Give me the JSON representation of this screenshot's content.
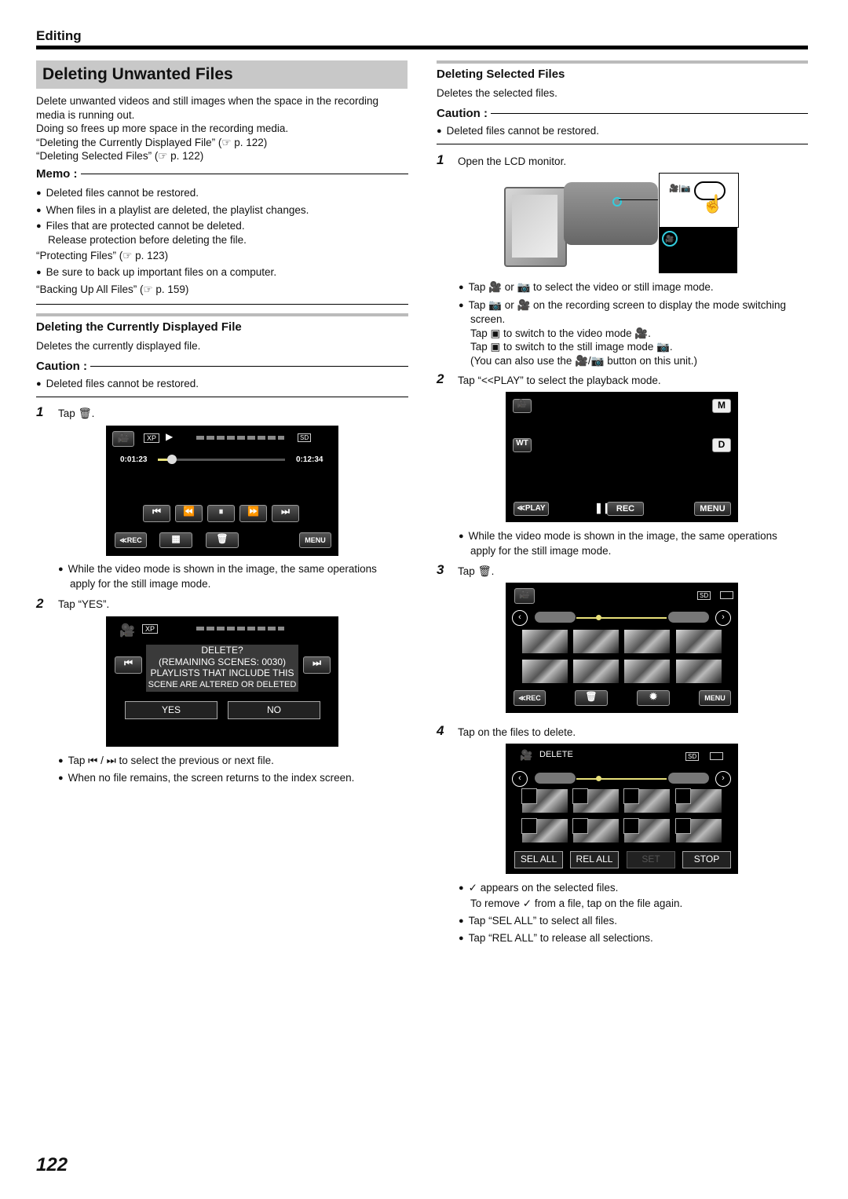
{
  "section": "Editing",
  "title": "Deleting Unwanted Files",
  "page_number": "122",
  "intro": {
    "line1": "Delete unwanted videos and still images when the space in the recording",
    "line2": "media is running out.",
    "line3": "Doing so frees up more space in the recording media.",
    "ref1": "“Deleting the Currently Displayed File” (☞ p. 122)",
    "ref2": "“Deleting Selected Files” (☞ p. 122)"
  },
  "memo": {
    "label": "Memo :",
    "b1": "Deleted files cannot be restored.",
    "b2": "When files in a playlist are deleted, the playlist changes.",
    "b3a": "Files that are protected cannot be deleted.",
    "b3b": "Release protection before deleting the file.",
    "ref1": "“Protecting Files” (☞ p. 123)",
    "b4": "Be sure to back up important files on a computer.",
    "ref2": "“Backing Up All Files” (☞ p. 159)"
  },
  "current": {
    "heading": "Deleting the Currently Displayed File",
    "desc": "Deletes the currently displayed file.",
    "caution_label": "Caution :",
    "caution1": "Deleted files cannot be restored.",
    "step1_num": "1",
    "step1": "Tap 🗑.",
    "screen1": {
      "xp": "XP",
      "sd": "SD",
      "time_start": "0:01:23",
      "time_end": "0:12:34",
      "rec": "REC",
      "menu": "MENU",
      "progress": 0.11
    },
    "note1a": "While the video mode is shown in the image, the same operations",
    "note1b": "apply for the still image mode.",
    "step2_num": "2",
    "step2": "Tap “YES”.",
    "screen2": {
      "xp": "XP",
      "l1": "DELETE?",
      "l2": "(REMAINING SCENES: 0030)",
      "l3": "PLAYLISTS THAT INCLUDE THIS",
      "l4": "SCENE ARE ALTERED OR DELETED",
      "yes": "YES",
      "no": "NO"
    },
    "note2": "Tap ⏮ / ⏭ to select the previous or next file.",
    "note3": "When no file remains, the screen returns to the index screen."
  },
  "selected": {
    "heading": "Deleting Selected Files",
    "desc": "Deletes the selected files.",
    "caution_label": "Caution :",
    "caution1": "Deleted files cannot be restored.",
    "step1_num": "1",
    "step1": "Open the LCD monitor.",
    "n1": "Tap 🎥 or 📷 to select the video or still image mode.",
    "n2a": "Tap 📷 or 🎥 on the recording screen to display the mode switching",
    "n2b": "screen.",
    "n2c": "Tap ▣ to switch to the video mode 🎥.",
    "n2d": "Tap ▣ to switch to the still image mode 📷.",
    "n2e": "(You can also use the 🎥/📷 button on this unit.)",
    "step2_num": "2",
    "step2": "Tap “<<PLAY” to select the playback mode.",
    "rec_screen": {
      "m": "M",
      "wt": "WT",
      "d": "D",
      "play": "≪PLAY",
      "rec": "REC",
      "menu": "MENU"
    },
    "n3a": "While the video mode is shown in the image, the same operations",
    "n3b": "apply for the still image mode.",
    "step3_num": "3",
    "step3": "Tap 🗑.",
    "idx_screen": {
      "sd": "SD",
      "rec": "≪REC",
      "menu": "MENU"
    },
    "step4_num": "4",
    "step4": "Tap on the files to delete.",
    "del_screen": {
      "title": "DELETE",
      "sd": "SD",
      "sel_all": "SEL ALL",
      "rel_all": "REL ALL",
      "set": "SET",
      "stop": "STOP"
    },
    "n4a": "✓ appears on the selected files.",
    "n4b": "To remove ✓ from a file, tap on the file again.",
    "n5": "Tap “SEL ALL” to select all files.",
    "n6": "Tap “REL ALL” to release all selections."
  }
}
